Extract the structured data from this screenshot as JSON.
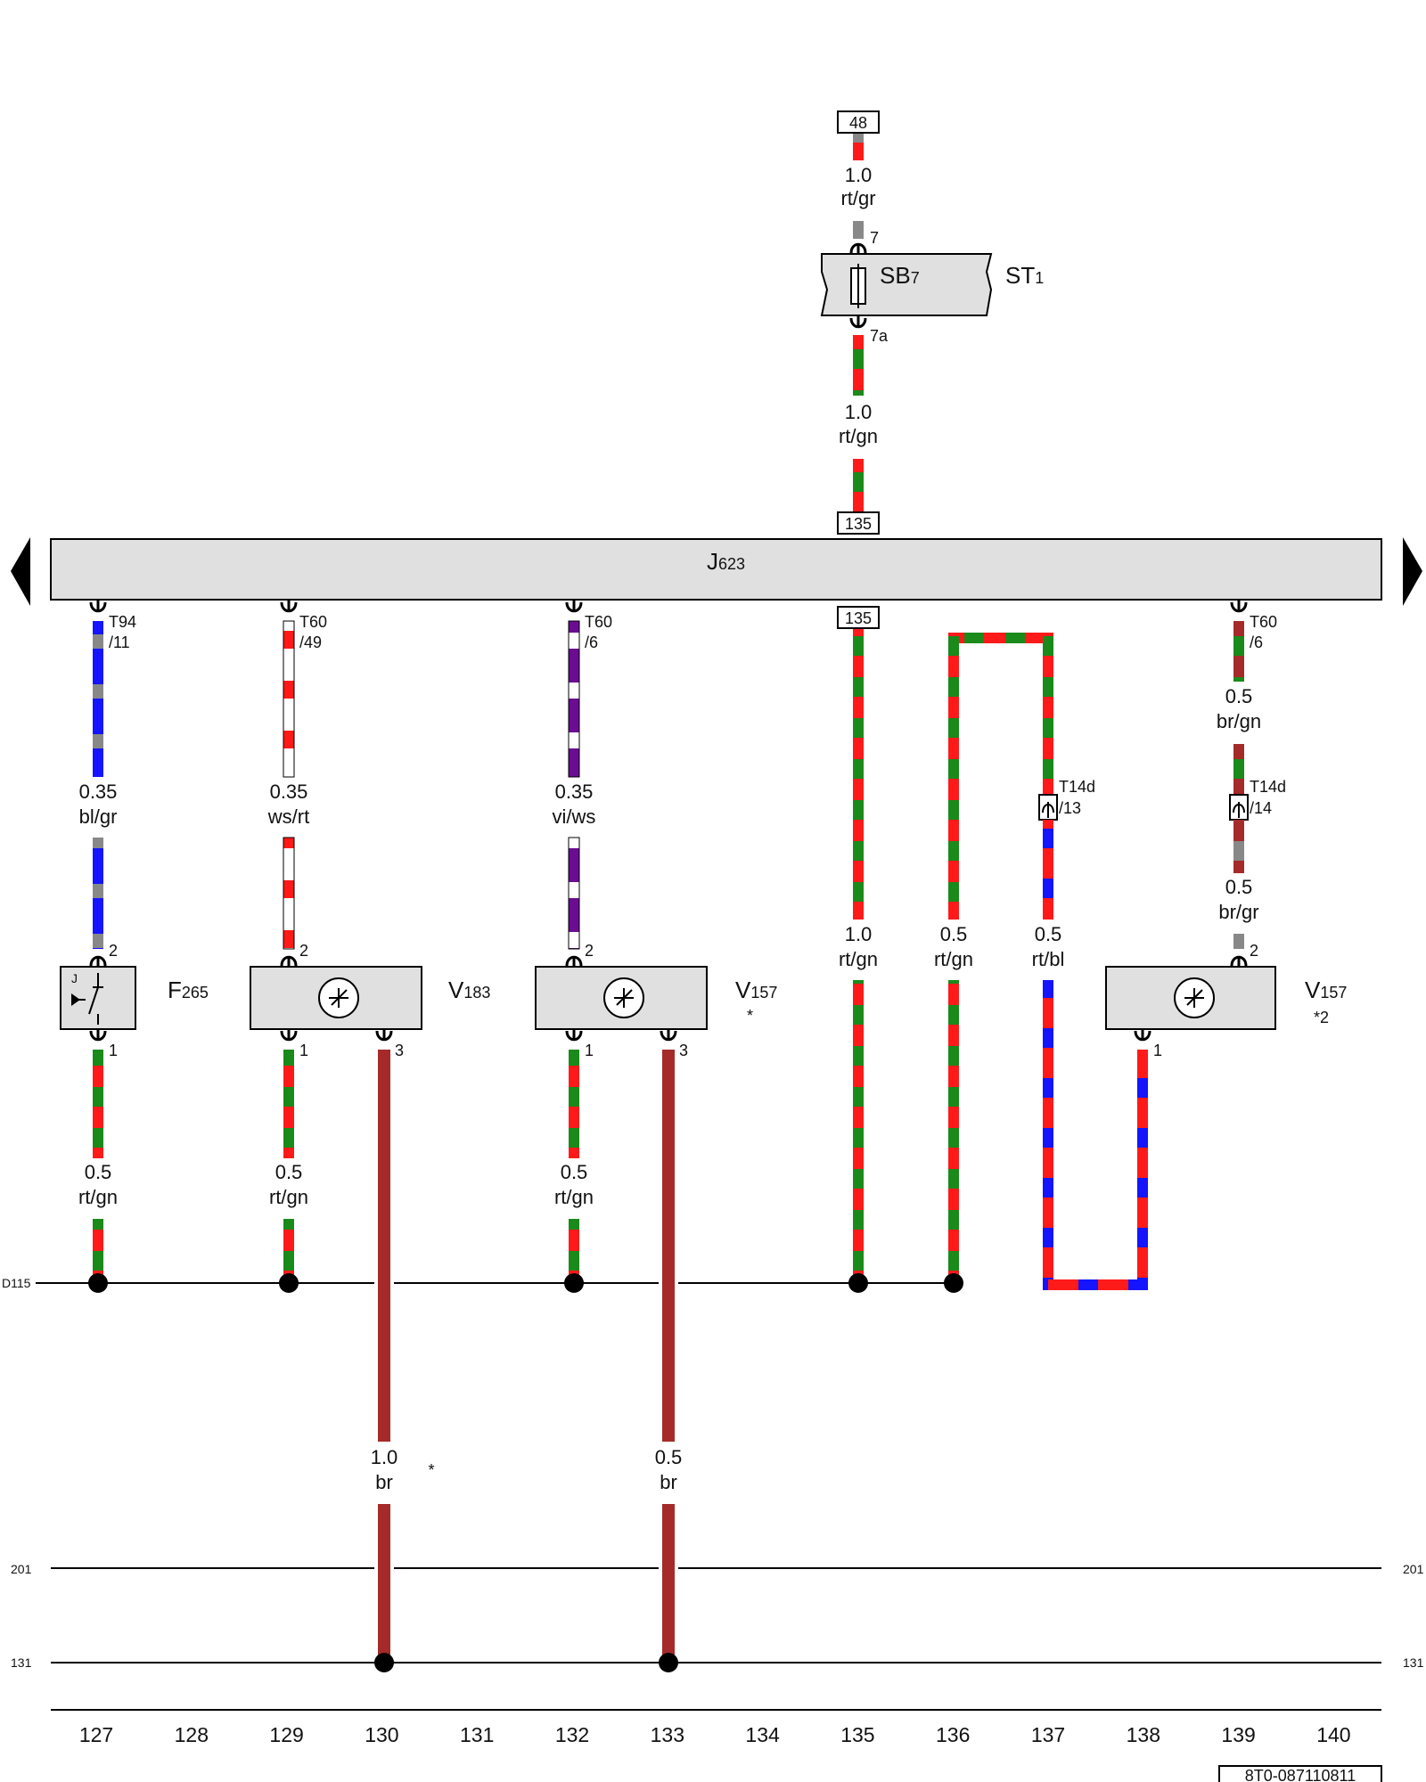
{
  "fuse": {
    "terminal": "48",
    "size": "1.0",
    "color": "rt/gr",
    "pin_top": "7",
    "pin_bottom": "7a",
    "name": "SB",
    "name_sub": "7",
    "holder": "ST",
    "holder_sub": "1",
    "out_size": "1.0",
    "out_color": "rt/gn"
  },
  "ecu": {
    "name": "J",
    "name_sub": "623",
    "term_top": "135",
    "term_bottom": "135"
  },
  "connectors": {
    "c1": {
      "name": "T94",
      "pin": "/11"
    },
    "c2": {
      "name": "T60",
      "pin": "/49"
    },
    "c3": {
      "name": "T60",
      "pin": "/6"
    },
    "c4": {
      "name": "T60",
      "pin": "/6"
    },
    "c5": {
      "name": "T14d",
      "pin": "/13"
    },
    "c6": {
      "name": "T14d",
      "pin": "/14"
    }
  },
  "wires": {
    "w1": {
      "size": "0.35",
      "color": "bl/gr"
    },
    "w2": {
      "size": "0.35",
      "color": "ws/rt"
    },
    "w3": {
      "size": "0.35",
      "color": "vi/ws"
    },
    "w4": {
      "size": "0.5",
      "color": "br/gn"
    },
    "w5": {
      "size": "0.5",
      "color": "br/gr"
    },
    "w6": {
      "size": "1.0",
      "color": "rt/gn"
    },
    "w7": {
      "size": "0.5",
      "color": "rt/gn"
    },
    "w8": {
      "size": "0.5",
      "color": "rt/bl"
    },
    "w9": {
      "size": "0.5",
      "color": "rt/gn"
    },
    "w10": {
      "size": "0.5",
      "color": "rt/gn"
    },
    "w11": {
      "size": "0.5",
      "color": "rt/gn"
    },
    "w12": {
      "size": "1.0",
      "color": "br"
    },
    "w13": {
      "size": "0.5",
      "color": "br"
    }
  },
  "components": {
    "f265": {
      "name": "F",
      "sub": "265",
      "j": "J"
    },
    "v183": {
      "name": "V",
      "sub": "183"
    },
    "v157a": {
      "name": "V",
      "sub": "157",
      "note": "*"
    },
    "v157b": {
      "name": "V",
      "sub": "157",
      "note": "*2"
    }
  },
  "pins": {
    "p2": "2",
    "p1": "1",
    "p3": "3"
  },
  "star": "*",
  "rails": {
    "d115": "D115",
    "r201": "201",
    "r131": "131"
  },
  "columns": [
    "127",
    "128",
    "129",
    "130",
    "131",
    "132",
    "133",
    "134",
    "135",
    "136",
    "137",
    "138",
    "139",
    "140"
  ],
  "doc_id": "8T0-087110811",
  "colors": {
    "rt": "#ff1a1a",
    "gn": "#1a8a1a",
    "gr": "#888888",
    "bl": "#1414ff",
    "ws": "#ffffff",
    "vi": "#6a0d91",
    "br": "#a52a2a",
    "box": "#e0e0e0"
  }
}
